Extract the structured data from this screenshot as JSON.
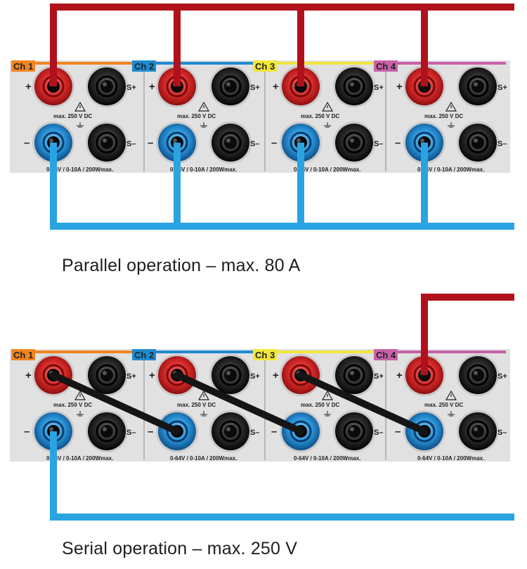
{
  "parallel": {
    "caption": "Parallel operation – max. 80 A"
  },
  "serial": {
    "caption": "Serial operation – max. 250 V"
  },
  "channels": [
    {
      "label": "Ch 1",
      "color": "#f2841f"
    },
    {
      "label": "Ch 2",
      "color": "#1d8ad0"
    },
    {
      "label": "Ch 3",
      "color": "#f1e63a"
    },
    {
      "label": "Ch 4",
      "color": "#c861a8"
    }
  ],
  "panel_text": {
    "plus": "+",
    "minus": "–",
    "sense_plus": "S+",
    "sense_minus": "S–",
    "warning": "max. 250 V DC",
    "rating": "0-64V / 0-10A / 200Wmax."
  },
  "colors": {
    "positive_wire": "#b0111b",
    "negative_wire": "#2aa3e2",
    "series_link": "#151515",
    "panel": "#e1e1e1"
  }
}
